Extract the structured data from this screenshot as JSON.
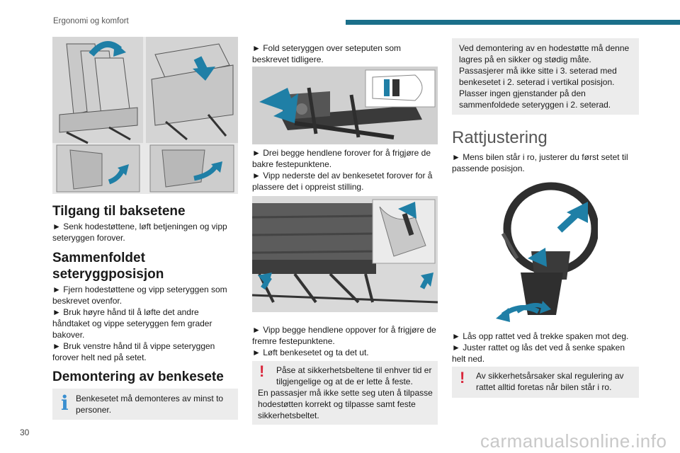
{
  "header": {
    "title": "Ergonomi og komfort"
  },
  "page_number": "30",
  "watermark": "carmanualsonline.info",
  "col1": {
    "heading1": "Tilgang til baksetene",
    "p1": "► Senk hodestøttene, løft betjeningen og vipp seteryggen forover.",
    "heading2_line1": "Sammenfoldet",
    "heading2_line2": "seteryggposisjon",
    "p2": "► Fjern hodestøttene og vipp seteryggen som beskrevet ovenfor.",
    "p3": "► Bruk høyre hånd til å løfte det andre håndtaket og vippe seteryggen fem grader bakover.",
    "p4": "► Bruk venstre hånd til å vippe seteryggen forover helt ned på setet.",
    "heading3": "Demontering av benkesete",
    "info_text": "Benkesetet må demonteres av minst to personer."
  },
  "col2": {
    "p1": "► Fold seteryggen over seteputen som beskrevet tidligere.",
    "p2": "► Drei begge hendlene forover for å frigjøre de bakre festepunktene.",
    "p3": "► Vipp nederste del av benkesetet forover for å plassere det i oppreist stilling.",
    "p4": "► Vipp begge hendlene oppover for å frigjøre de fremre festepunktene.",
    "p5": "► Løft benkesetet og ta det ut.",
    "warn_text": "Påse at sikkerhetsbeltene til enhver tid er tilgjengelige og at de er lette å feste.",
    "warn_text2": "En passasjer må ikke sette seg uten å tilpasse hodestøtten korrekt og tilpasse samt feste sikkerhetsbeltet."
  },
  "col3": {
    "note_text": "Ved demontering av en hodestøtte må denne lagres på en sikker og stødig måte. Passasjerer må ikke sitte i 3. seterad med benkesetet i 2. seterad i vertikal posisjon. Plasser ingen gjenstander på den sammenfoldede seteryggen i 2. seterad.",
    "heading": "Rattjustering",
    "p1": "► Mens bilen står i ro, justerer du først setet til passende posisjon.",
    "p2": "► Lås opp rattet ved å trekke spaken mot deg.",
    "p3": "► Juster rattet og lås det ved å senke spaken helt ned.",
    "warn_text": "Av sikkerhetsårsaker skal regulering av rattet alltid foretas når bilen står i ro."
  },
  "colors": {
    "accent": "#1b6f8a",
    "arrow": "#1f7fa6",
    "info": "#3a8fd0",
    "warning": "#d9263b",
    "box": "#ececec"
  }
}
